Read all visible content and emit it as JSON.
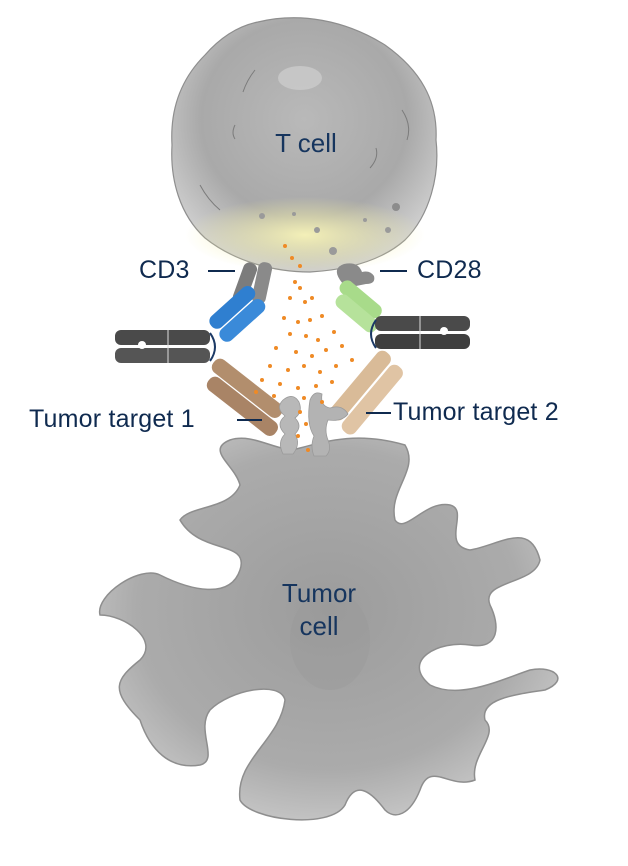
{
  "diagram": {
    "type": "biology-illustration",
    "subject": "Bispecific antibody bridging T cell and tumor cell with co-stimulation",
    "cells": {
      "t_cell": {
        "label": "T cell",
        "color": "#b3b3b3"
      },
      "tumor_cell": {
        "label_line1": "Tumor",
        "label_line2": "cell",
        "color": "#a6a6a6"
      }
    },
    "receptors": {
      "cd3": {
        "label": "CD3",
        "color": "#2f7fd0"
      },
      "cd28": {
        "label": "CD28",
        "color": "#a8db8a"
      },
      "tumor_target_1": {
        "label": "Tumor target 1"
      },
      "tumor_target_2": {
        "label": "Tumor target 2"
      }
    },
    "antibody_colors": {
      "fc_dark": "#4a4a4a",
      "tumor_binding_arm_1": "#b99473",
      "tumor_binding_arm_2": "#dcc0a0"
    },
    "cytokine_dots_color": "#ef8a25",
    "text_color": "#0f2a4f"
  }
}
